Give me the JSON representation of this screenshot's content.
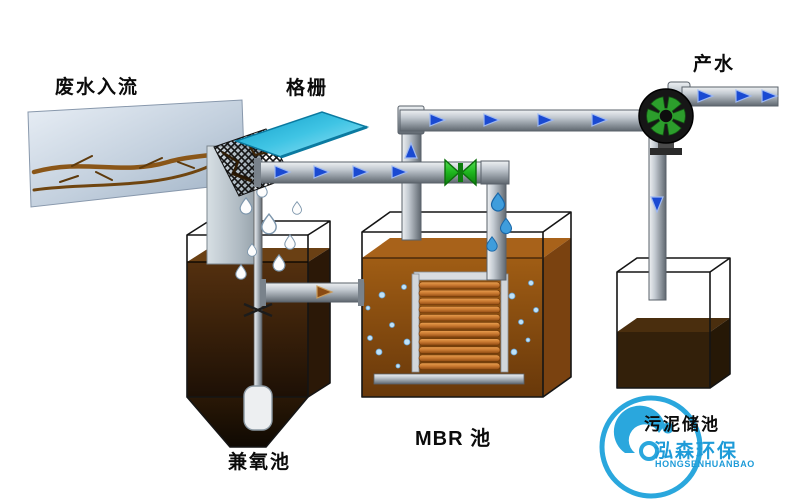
{
  "diagram": {
    "labels": {
      "inflow": "废水入流",
      "screen": "格栅",
      "product_water": "产水",
      "anoxic_tank": "兼氧池",
      "mbr_tank": "MBR 池",
      "sludge_tank": "污泥储池"
    },
    "logo": {
      "name": "泓森环保",
      "romanized": "HONGSENHUANBAO"
    },
    "colors": {
      "pipe_gray": "#b9c0c7",
      "flow_arrow_blue": "#1a4ad2",
      "sludge_arrow_brown": "#8a4a12",
      "valve_green": "#1db51d",
      "bar_screen_cyan": "#17a8d4",
      "anoxic_liquid_brown": "#2e1a08",
      "mbr_liquid_brown": "#8a4c10",
      "membrane_orange": "#c8702c",
      "sludge_liquid_brown": "#33200a",
      "fan_blade_green": "#2c9e2c",
      "logo_blue": "#2aa7dd"
    }
  }
}
